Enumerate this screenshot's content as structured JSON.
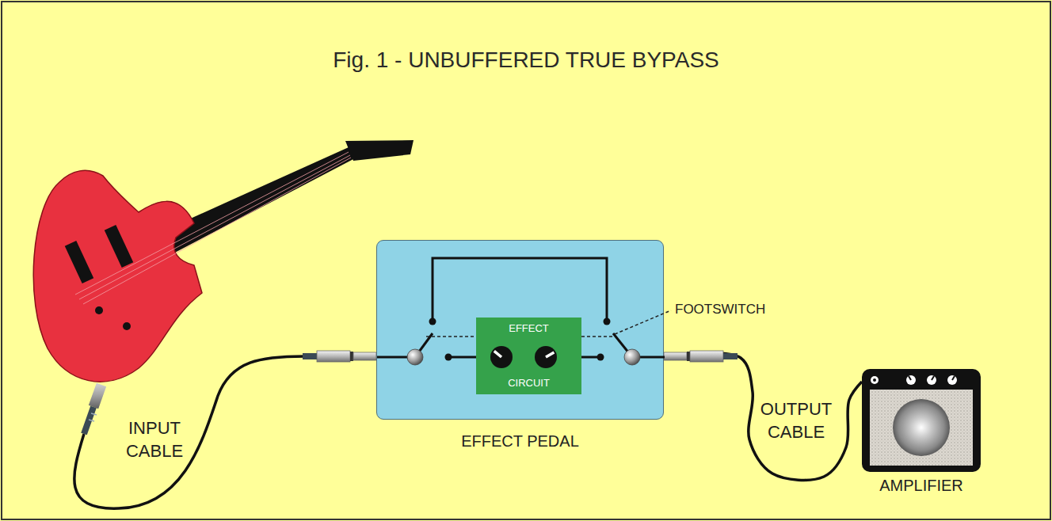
{
  "diagram": {
    "title": "Fig. 1 - UNBUFFERED TRUE BYPASS",
    "nodes": [
      {
        "text": [
          "EFFECT PEDAL"
        ]
      },
      {
        "text": [
          "EFFECT",
          "CIRCUIT"
        ],
        "in": 0
      },
      {
        "text": [
          "AMPLIFIER"
        ]
      }
    ],
    "edges": [
      {
        "from": 0,
        "to": 2,
        "arrow": "none",
        "label": "OUTPUT CABLE"
      }
    ],
    "labels": [
      "FOOTSWITCH",
      "INPUT CABLE"
    ]
  }
}
